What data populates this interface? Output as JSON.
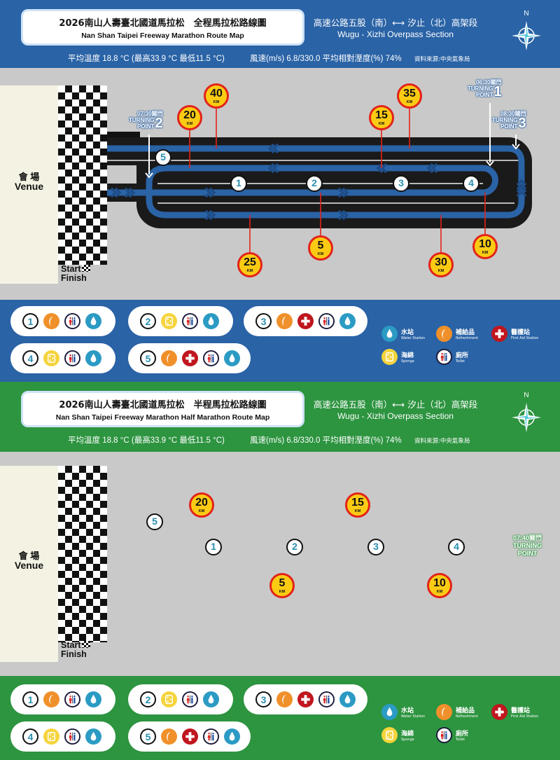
{
  "maps": [
    {
      "id": "full",
      "theme_color": "#2a63a6",
      "lane_color": "#2a63a6",
      "chevron_color": "#1e4d87",
      "title_zh": "2026南山人壽臺北國道馬拉松　全程馬拉松路線圖",
      "title_en": "Nan Shan Taipei Freeway Marathon Route Map",
      "section_zh": "高速公路五股（南）⟷ 汐止（北）高架段",
      "section_en": "Wugu - Xizhi Overpass Section",
      "weather": "平均溫度 18.8 °C (最高33.9 °C 最低11.5 °C)",
      "wind": "風速(m/s) 6.8/330.0 平均相對溼度(%) 74%",
      "source": "資料來源:中央氣象局",
      "compass_n": "N",
      "venue_zh": "會 場",
      "venue_en": "Venue",
      "start": "Start",
      "finish": "Finish",
      "stations": [
        "1",
        "2",
        "3",
        "4",
        "5"
      ],
      "km_unit": "KM",
      "km_markers": [
        "40",
        "20",
        "35",
        "15",
        "5",
        "25",
        "30",
        "10"
      ],
      "turning_points": [
        {
          "time": "06:30關門",
          "line1": "TURNING",
          "line2": "POINT",
          "num": "1"
        },
        {
          "time": "07:30關門",
          "line1": "TURNING",
          "line2": "POINT",
          "num": "2"
        },
        {
          "time": "08:30關門",
          "line1": "TURNING",
          "line2": "POINT",
          "num": "3"
        }
      ],
      "station_pills": [
        {
          "num": "1",
          "services": [
            "refreshment",
            "toilet",
            "water"
          ]
        },
        {
          "num": "2",
          "services": [
            "sponge",
            "toilet",
            "water"
          ]
        },
        {
          "num": "3",
          "services": [
            "refreshment",
            "first-aid",
            "toilet",
            "water"
          ]
        },
        {
          "num": "4",
          "services": [
            "sponge",
            "toilet",
            "water"
          ]
        },
        {
          "num": "5",
          "services": [
            "refreshment",
            "first-aid",
            "toilet",
            "water"
          ]
        }
      ],
      "legend": [
        {
          "icon": "water",
          "zh": "水站",
          "en": "Water Station"
        },
        {
          "icon": "refreshment",
          "zh": "補給品",
          "en": "Refreshment"
        },
        {
          "icon": "first-aid",
          "zh": "醫護站",
          "en": "First Aid Station"
        },
        {
          "icon": "sponge",
          "zh": "海綿",
          "en": "Sponge"
        },
        {
          "icon": "toilet",
          "zh": "廁所",
          "en": "Toilet"
        }
      ]
    },
    {
      "id": "half",
      "theme_color": "#2d9440",
      "lane_color": "#34a043",
      "chevron_color": "#1f7a30",
      "title_zh": "2026南山人壽臺北國道馬拉松　半程馬拉松路線圖",
      "title_en": "Nan Shan Taipei Freeway Marathon Half Marathon Route Map",
      "section_zh": "高速公路五股（南）⟷ 汐止（北）高架段",
      "section_en": "Wugu - Xizhi Overpass Section",
      "weather": "平均溫度 18.8 °C (最高33.9 °C 最低11.5 °C)",
      "wind": "風速(m/s) 6.8/330.0 平均相對溼度(%) 74%",
      "source": "資料來源:中央氣象局",
      "compass_n": "N",
      "venue_zh": "會 場",
      "venue_en": "Venue",
      "start": "Start",
      "finish": "Finish",
      "stations": [
        "1",
        "2",
        "3",
        "4",
        "5"
      ],
      "km_unit": "KM",
      "km_markers": [
        "20",
        "15",
        "5",
        "10"
      ],
      "turning_points": [
        {
          "time": "07:40關門",
          "line1": "TURNING",
          "line2": "POINT",
          "num": ""
        }
      ],
      "station_pills": [
        {
          "num": "1",
          "services": [
            "refreshment",
            "toilet",
            "water"
          ]
        },
        {
          "num": "2",
          "services": [
            "sponge",
            "toilet",
            "water"
          ]
        },
        {
          "num": "3",
          "services": [
            "refreshment",
            "first-aid",
            "toilet",
            "water"
          ]
        },
        {
          "num": "4",
          "services": [
            "sponge",
            "toilet",
            "water"
          ]
        },
        {
          "num": "5",
          "services": [
            "refreshment",
            "first-aid",
            "toilet",
            "water"
          ]
        }
      ],
      "legend": [
        {
          "icon": "water",
          "zh": "水站",
          "en": "Water Station"
        },
        {
          "icon": "refreshment",
          "zh": "補給品",
          "en": "Refreshment"
        },
        {
          "icon": "first-aid",
          "zh": "醫護站",
          "en": "First Aid Station"
        },
        {
          "icon": "sponge",
          "zh": "海綿",
          "en": "Sponge"
        },
        {
          "icon": "toilet",
          "zh": "廁所",
          "en": "Toilet"
        }
      ]
    }
  ]
}
